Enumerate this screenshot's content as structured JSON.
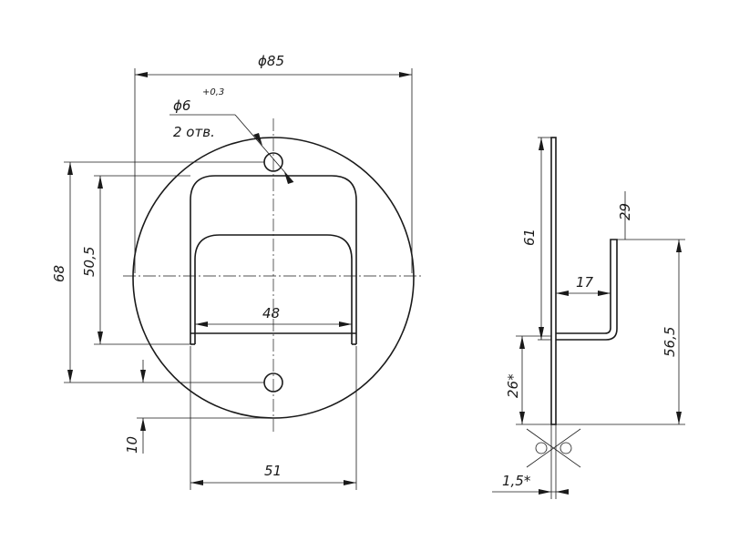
{
  "drawing": {
    "front_view": {
      "dim_outer_diameter": "ϕ85",
      "dim_hole_diameter": "ϕ6",
      "dim_hole_tolerance": "+0,3",
      "dim_hole_count": "2 отв.",
      "dim_width_inner": "48",
      "dim_width_outer": "51",
      "dim_height_total": "68",
      "dim_height_inner": "50,5",
      "dim_bottom_offset": "10"
    },
    "side_view": {
      "dim_plate_height": "61",
      "dim_upper_height": "29",
      "dim_offset": "17",
      "dim_lower_height": "26*",
      "dim_arm_height": "56,5",
      "dim_thickness": "1,5*"
    }
  }
}
